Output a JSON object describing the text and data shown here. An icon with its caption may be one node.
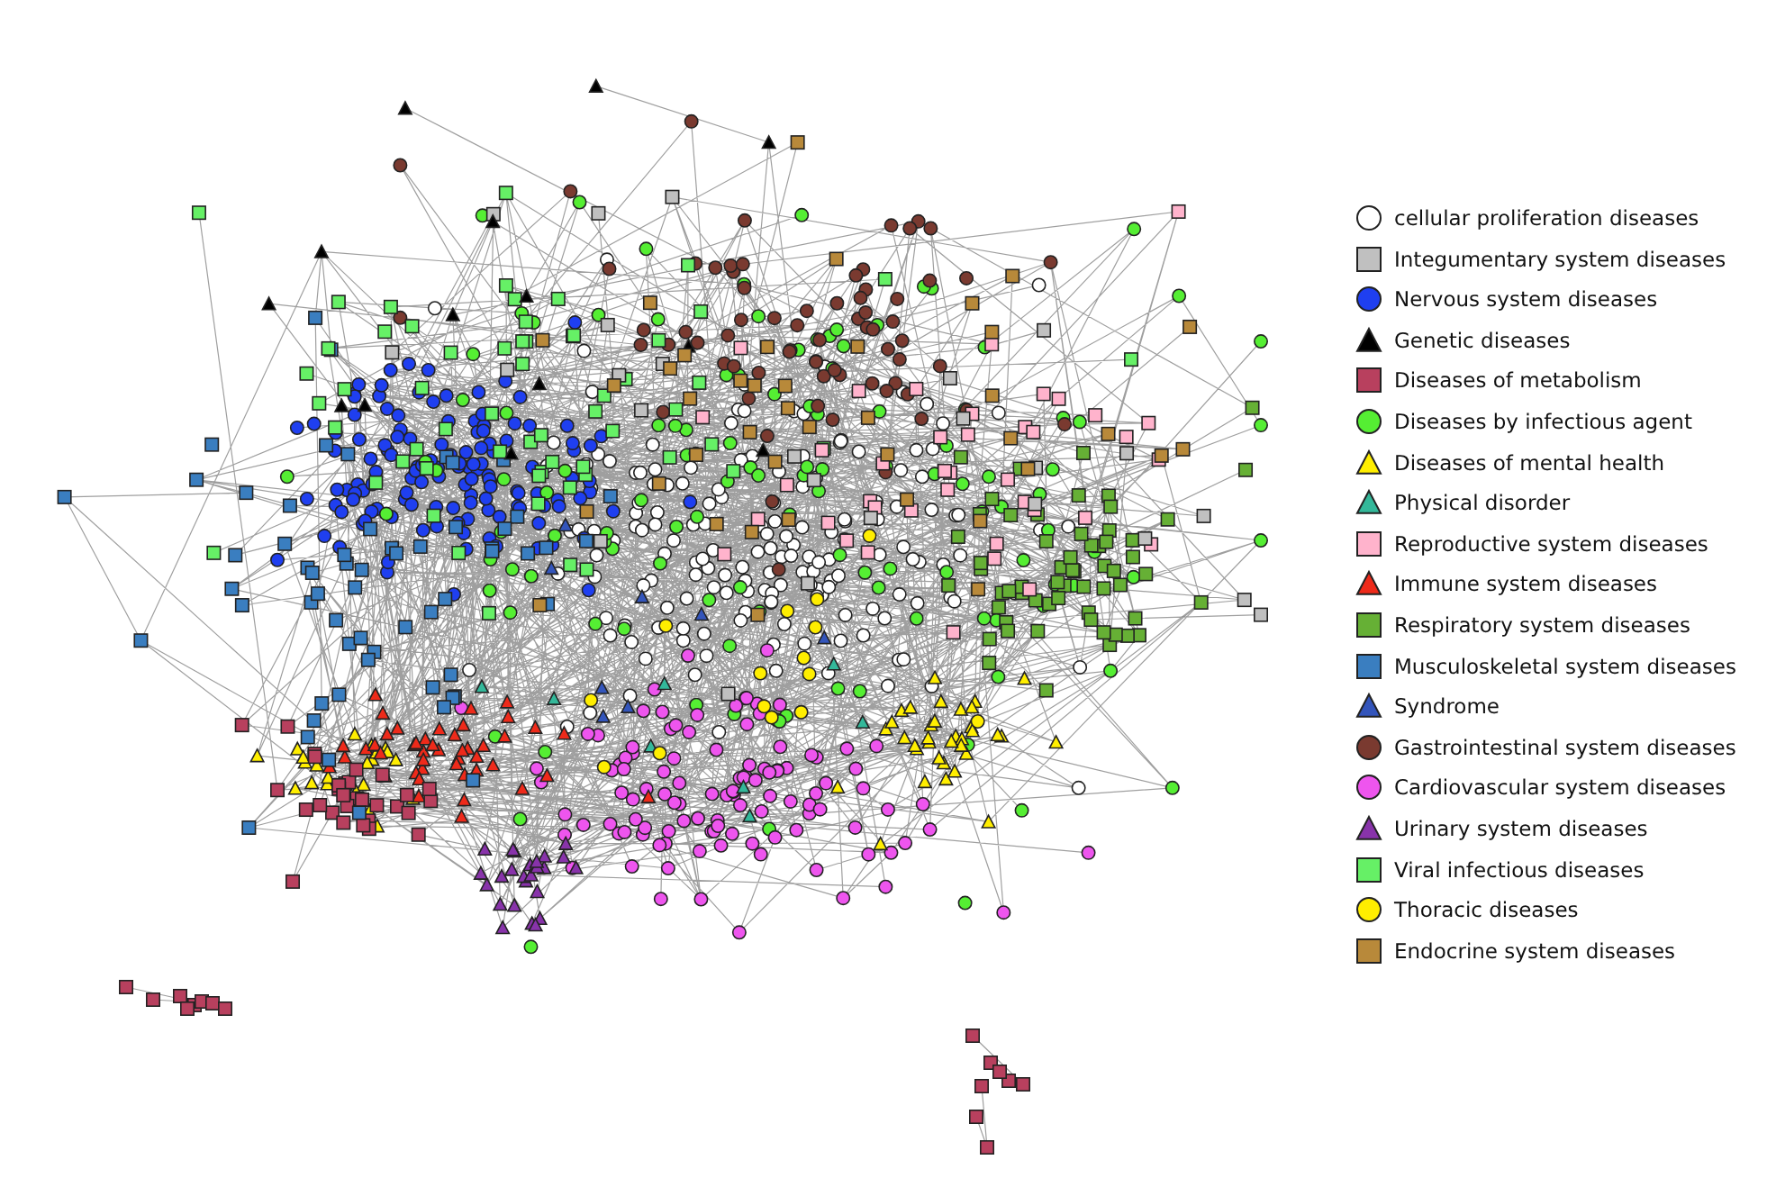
{
  "diagram": {
    "legend": [
      {
        "text": "cellular proliferation diseases"
      },
      {
        "text": "Integumentary system diseases",
        "color": "#c0c0c0"
      },
      {
        "text": "Nervous system diseases",
        "color": "#1f3ff0"
      },
      {
        "text": "Genetic diseases",
        "color": "#000000"
      },
      {
        "text": "Diseases of metabolism",
        "color": "#b8405e"
      },
      {
        "text": "Diseases by infectious agent",
        "color": "#55ee33"
      },
      {
        "text": "Diseases of mental health",
        "color": "#ffee00"
      },
      {
        "text": "Physical disorder",
        "color": "#33b89a"
      },
      {
        "text": "Reproductive system diseases",
        "color": "#ffb3cc"
      },
      {
        "text": "Immune system diseases",
        "color": "#ee2a1a"
      },
      {
        "text": "Respiratory system diseases",
        "color": "#66b035"
      },
      {
        "text": "Musculoskeletal system diseases",
        "color": "#3a7ec0"
      },
      {
        "text": "Syndrome",
        "color": "#3355bb"
      },
      {
        "text": "Gastrointestinal system diseases",
        "color": "#7a3a30"
      },
      {
        "text": "Cardiovascular system diseases",
        "color": "#ee55ee"
      },
      {
        "text": "Urinary system diseases",
        "color": "#8833aa"
      },
      {
        "text": "Viral infectious diseases",
        "color": "#66f066"
      },
      {
        "text": "Thoracic diseases",
        "color": "#ffee00"
      },
      {
        "text": "Endocrine system diseases",
        "color": "#b8893a"
      }
    ]
  }
}
